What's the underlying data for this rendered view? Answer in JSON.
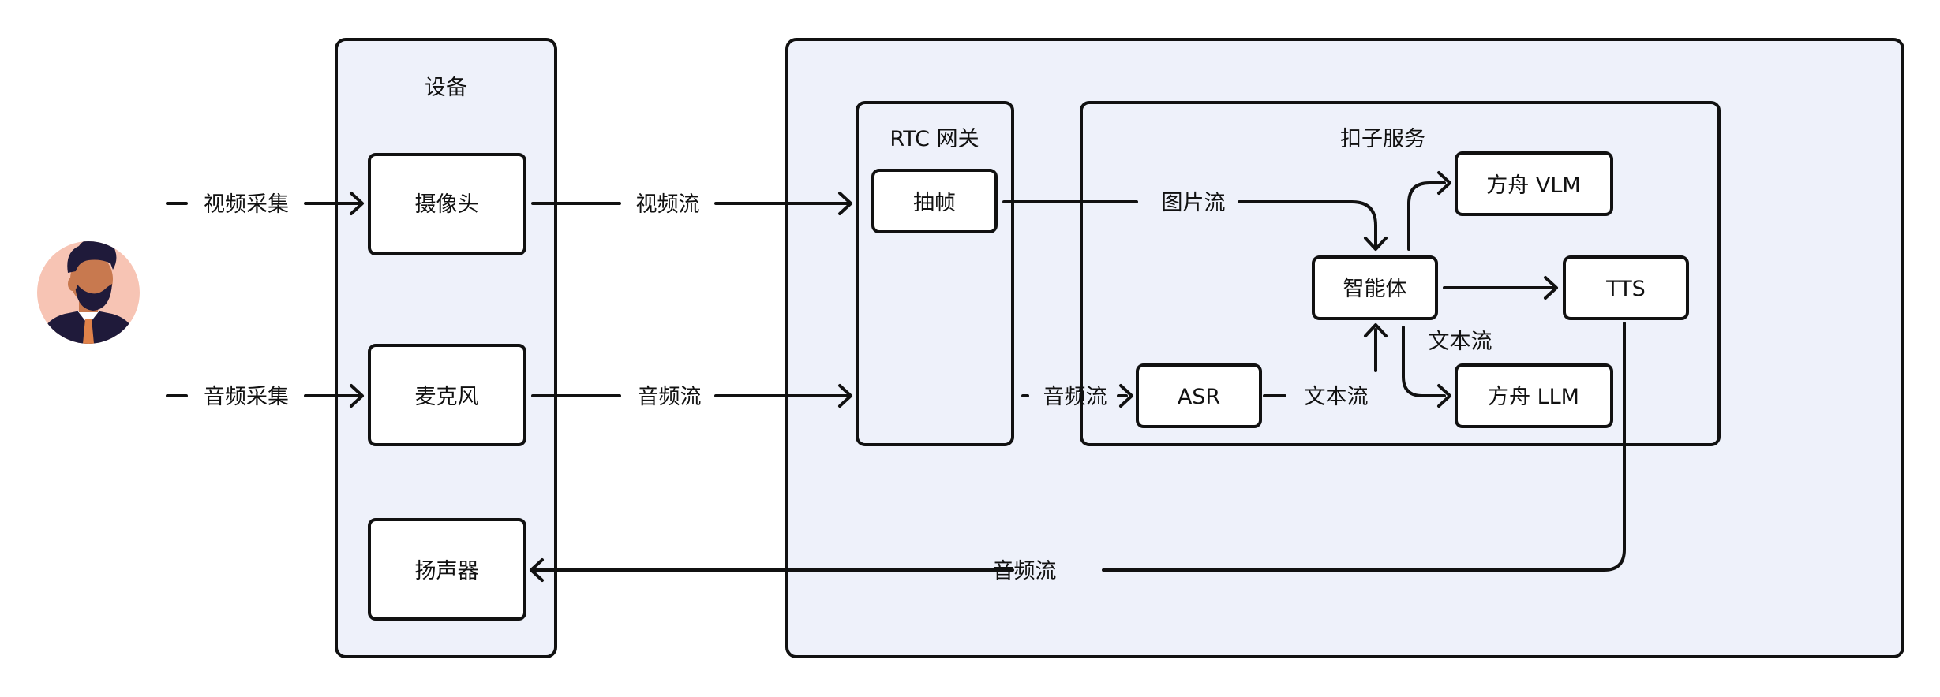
{
  "groups": {
    "device": {
      "title": "设备"
    },
    "rtc_gateway": {
      "title": "RTC 网关"
    },
    "coze_service": {
      "title": "扣子服务"
    }
  },
  "nodes": {
    "camera": "摄像头",
    "microphone": "麦克风",
    "speaker": "扬声器",
    "frame_extract": "抽帧",
    "asr": "ASR",
    "agent": "智能体",
    "tts": "TTS",
    "vlm": "方舟 VLM",
    "llm": "方舟 LLM"
  },
  "edges": {
    "video_capture": "视频采集",
    "audio_capture": "音频采集",
    "video_stream": "视频流",
    "audio_stream": "音频流",
    "image_stream": "图片流",
    "audio_stream_to_asr": "音频流",
    "text_stream_asr": "文本流",
    "text_stream_llm": "文本流",
    "audio_stream_return": "音频流"
  },
  "colors": {
    "panel_fill": "#eef1fa",
    "stroke": "#111111",
    "avatar_bg": "#f7c4b4",
    "avatar_skin": "#c8794f",
    "avatar_hair": "#1f1a3a",
    "avatar_tie": "#e0824a"
  },
  "icons": {
    "user": "user-avatar-icon"
  }
}
